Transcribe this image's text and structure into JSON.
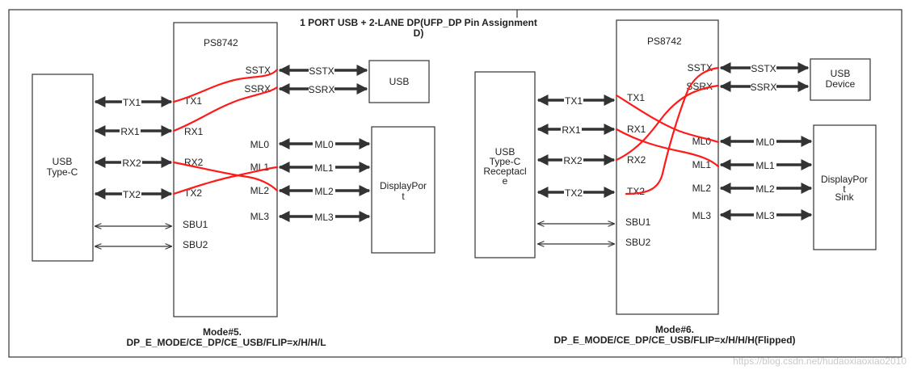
{
  "title_line1": "1 PORT USB + 2-LANE DP(UFP_DP Pin Assignment",
  "title_line2": "D)",
  "left": {
    "connector_line1": "USB",
    "connector_line2": "Type-C",
    "chip": "PS8742",
    "lanes": {
      "tx1": "TX1",
      "rx1": "RX1",
      "rx2": "RX2",
      "tx2": "TX2",
      "sbu1": "SBU1",
      "sbu2": "SBU2",
      "sstx": "SSTX",
      "ssrx": "SSRX",
      "ml0": "ML0",
      "ml1": "ML1",
      "ml2": "ML2",
      "ml3": "ML3"
    },
    "usb_box": "USB",
    "dp_line1": "DisplayPor",
    "dp_line2": "t",
    "mode_line1": "Mode#5.",
    "mode_line2": "DP_E_MODE/CE_DP/CE_USB/FLIP=x/H/H/L"
  },
  "right": {
    "connector_line1": "USB",
    "connector_line2": "Type-C",
    "connector_line3": "Receptacl",
    "connector_line4": "e",
    "chip": "PS8742",
    "lanes": {
      "tx1": "TX1",
      "rx1": "RX1",
      "rx2": "RX2",
      "tx2": "TX2",
      "sbu1": "SBU1",
      "sbu2": "SBU2",
      "sstx": "SSTX",
      "ssrx": "SSRX",
      "ml0": "ML0",
      "ml1": "ML1",
      "ml2": "ML2",
      "ml3": "ML3"
    },
    "usb_line1": "USB",
    "usb_line2": "Device",
    "dp_line1": "DisplayPor",
    "dp_line2": "t",
    "dp_line3": "Sink",
    "mode_line1": "Mode#6.",
    "mode_line2": "DP_E_MODE/CE_DP/CE_USB/FLIP=x/H/H/H(Flipped)"
  },
  "watermark": "https://blog.csdn.net/hudaoxiaoxiao2010",
  "colors": {
    "route": "#ff1a1a",
    "arrow": "#333333",
    "frame": "#333333"
  }
}
